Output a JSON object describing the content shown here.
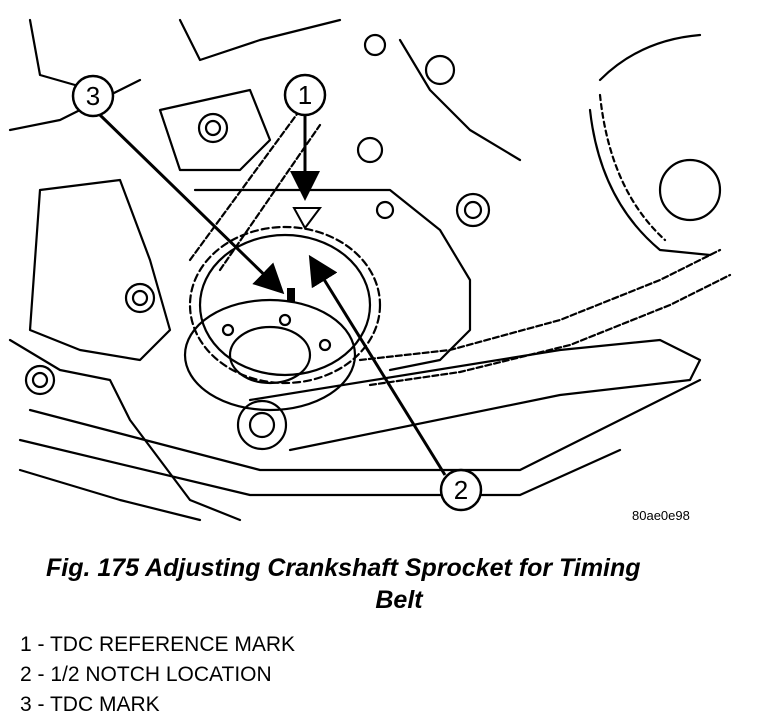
{
  "figure": {
    "reference_id": "80ae0e98",
    "caption_line1": "Fig. 175 Adjusting Crankshaft Sprocket for Timing",
    "caption_line2": "Belt",
    "callouts": [
      "1",
      "2",
      "3"
    ]
  },
  "legend": [
    {
      "number": "1",
      "separator": " - ",
      "label": "TDC REFERENCE MARK"
    },
    {
      "number": "2",
      "separator": " - ",
      "label": "1/2 NOTCH LOCATION"
    },
    {
      "number": "3",
      "separator": " - ",
      "label": "TDC MARK"
    }
  ],
  "colors": {
    "ink": "#000000",
    "paper": "#ffffff"
  }
}
